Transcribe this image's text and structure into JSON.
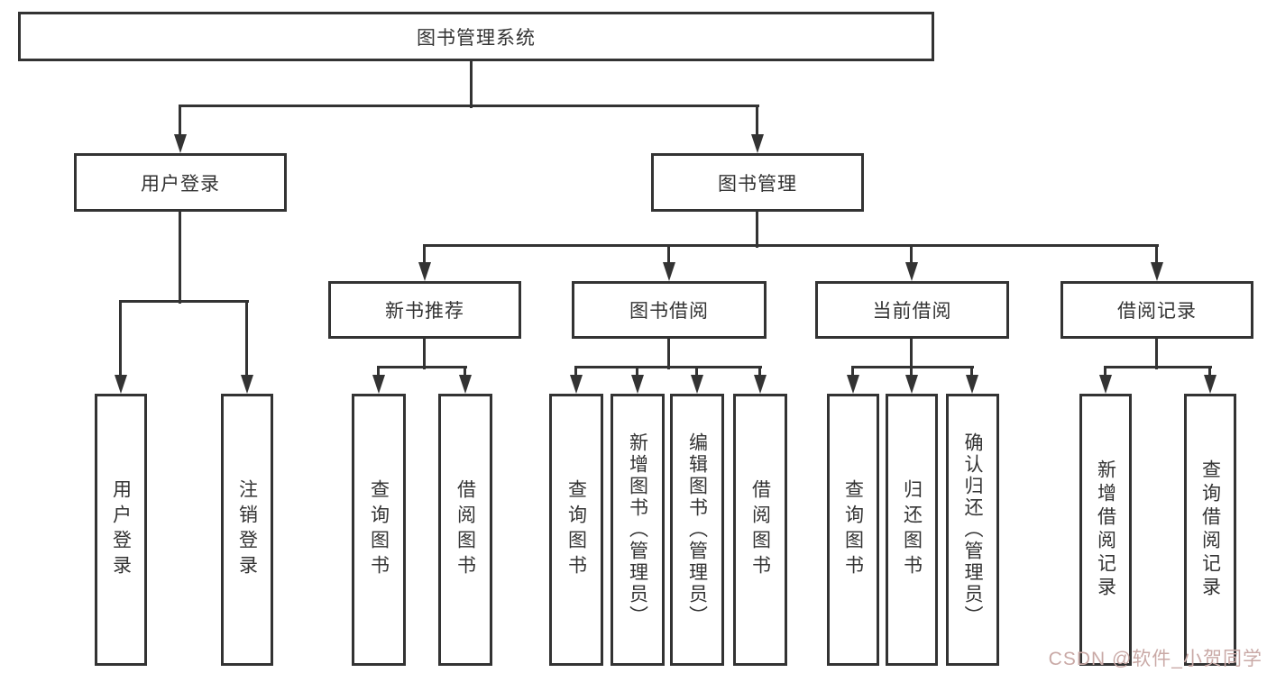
{
  "tree": {
    "label": "图书管理系统",
    "children": [
      {
        "label": "用户登录",
        "children": [
          {
            "label": "用户登录"
          },
          {
            "label": "注销登录"
          }
        ]
      },
      {
        "label": "图书管理",
        "children": [
          {
            "label": "新书推荐",
            "children": [
              {
                "label": "查询图书"
              },
              {
                "label": "借阅图书"
              }
            ]
          },
          {
            "label": "图书借阅",
            "children": [
              {
                "label": "查询图书"
              },
              {
                "label": "新增图书（管理员）"
              },
              {
                "label": "编辑图书（管理员）"
              },
              {
                "label": "借阅图书"
              }
            ]
          },
          {
            "label": "当前借阅",
            "children": [
              {
                "label": "查询图书"
              },
              {
                "label": "归还图书"
              },
              {
                "label": "确认归还（管理员）"
              }
            ]
          },
          {
            "label": "借阅记录",
            "children": [
              {
                "label": "新增借阅记录"
              },
              {
                "label": "查询借阅记录"
              }
            ]
          }
        ]
      }
    ]
  },
  "watermark": {
    "text": "CSDN @软件_小贺同学",
    "color": "#c9a9a6"
  },
  "colors": {
    "line": "#333333",
    "box_border": "#333333",
    "text": "#333333",
    "background": "#ffffff"
  }
}
